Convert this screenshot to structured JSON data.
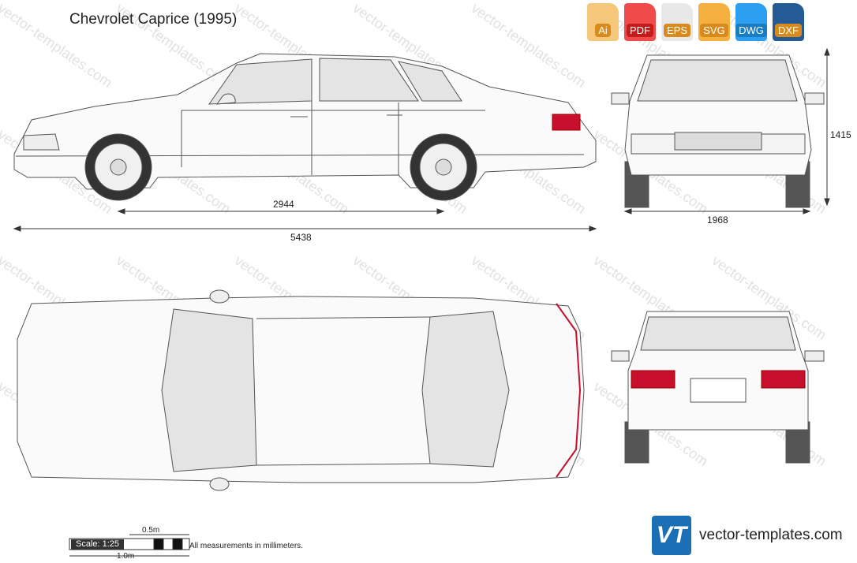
{
  "title": "Chevrolet Caprice (1995)",
  "formats": [
    {
      "label": "Ai",
      "color": "#f0a030"
    },
    {
      "label": "PDF",
      "color": "#e0262a"
    },
    {
      "label": "EPS",
      "color": "#f0a030"
    },
    {
      "label": "SVG",
      "color": "#f0a030"
    },
    {
      "label": "DWG",
      "color": "#1a8fdc"
    },
    {
      "label": "DXF",
      "color": "#1c4f8a"
    }
  ],
  "dimensions": {
    "wheelbase": "2944",
    "length": "5438",
    "width": "1968",
    "height": "1415"
  },
  "scale": {
    "label": "Scale: 1:25",
    "half_meter": "0.5m",
    "one_meter": "1.0m",
    "note": "All measurements in millimeters."
  },
  "brand": {
    "logo": "VT",
    "text": "vector-templates.com"
  },
  "watermark": "vector-templates.com"
}
